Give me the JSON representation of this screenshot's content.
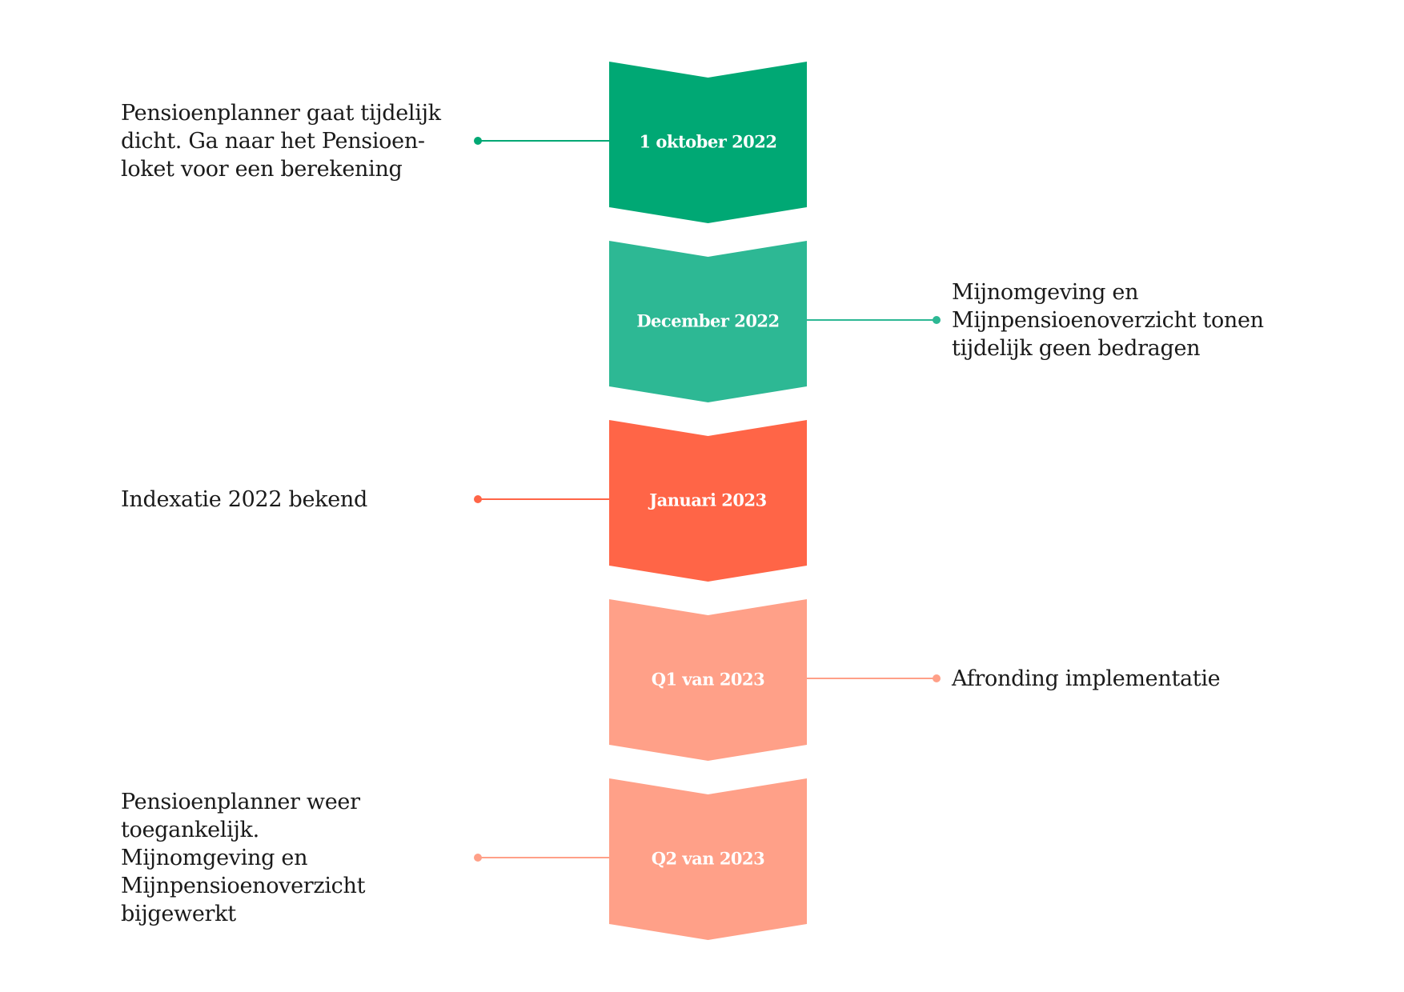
{
  "timeline": [
    {
      "date": "1 oktober 2022",
      "color": "#00A874",
      "side": "left",
      "lines": [
        "Pensioenplanner gaat tijdelijk",
        "dicht. Ga naar het Pensioen-",
        "loket voor een berekening"
      ]
    },
    {
      "date": "December 2022",
      "color": "#2DB894",
      "side": "right",
      "lines": [
        "Mijnomgeving en",
        "Mijnpensioenoverzicht tonen",
        "tijdelijk geen bedragen"
      ]
    },
    {
      "date": "Januari 2023",
      "color": "#FF6547",
      "side": "left",
      "lines": [
        "Indexatie 2022 bekend"
      ]
    },
    {
      "date": "Q1 van 2023",
      "color": "#FFA088",
      "side": "right",
      "lines": [
        "Afronding implementatie"
      ]
    },
    {
      "date": "Q2 van 2023",
      "color": "#FFA088",
      "side": "left",
      "lines": [
        "Pensioenplanner weer",
        "toegankelijk.",
        "Mijnomgeving en",
        "Mijnpensioenoverzicht",
        "bijgewerkt"
      ]
    }
  ]
}
